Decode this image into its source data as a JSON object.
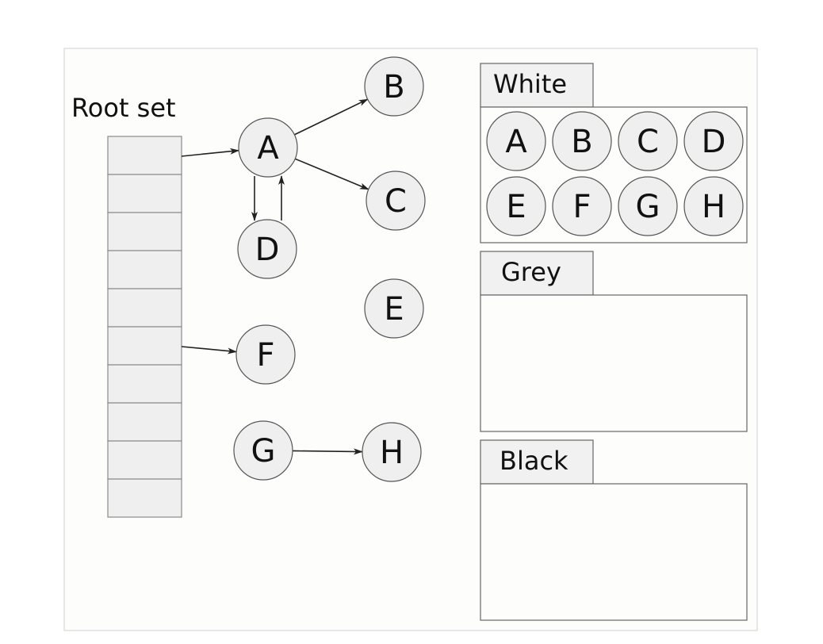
{
  "root_set": {
    "title": "Root set",
    "cell_count": 10
  },
  "nodes": [
    {
      "id": "A",
      "label": "A"
    },
    {
      "id": "B",
      "label": "B"
    },
    {
      "id": "C",
      "label": "C"
    },
    {
      "id": "D",
      "label": "D"
    },
    {
      "id": "E",
      "label": "E"
    },
    {
      "id": "F",
      "label": "F"
    },
    {
      "id": "G",
      "label": "G"
    },
    {
      "id": "H",
      "label": "H"
    }
  ],
  "edges": [
    {
      "from": "root-1",
      "to": "A"
    },
    {
      "from": "root-6",
      "to": "F"
    },
    {
      "from": "A",
      "to": "B"
    },
    {
      "from": "A",
      "to": "C"
    },
    {
      "from": "A",
      "to": "D"
    },
    {
      "from": "D",
      "to": "A"
    },
    {
      "from": "G",
      "to": "H"
    }
  ],
  "sets": {
    "white": {
      "label": "White",
      "members": [
        "A",
        "B",
        "C",
        "D",
        "E",
        "F",
        "G",
        "H"
      ]
    },
    "grey": {
      "label": "Grey",
      "members": []
    },
    "black": {
      "label": "Black",
      "members": []
    }
  },
  "colors": {
    "node_fill": "#efefef",
    "stroke": "#555555",
    "canvas_background": "#fdfdfc"
  }
}
